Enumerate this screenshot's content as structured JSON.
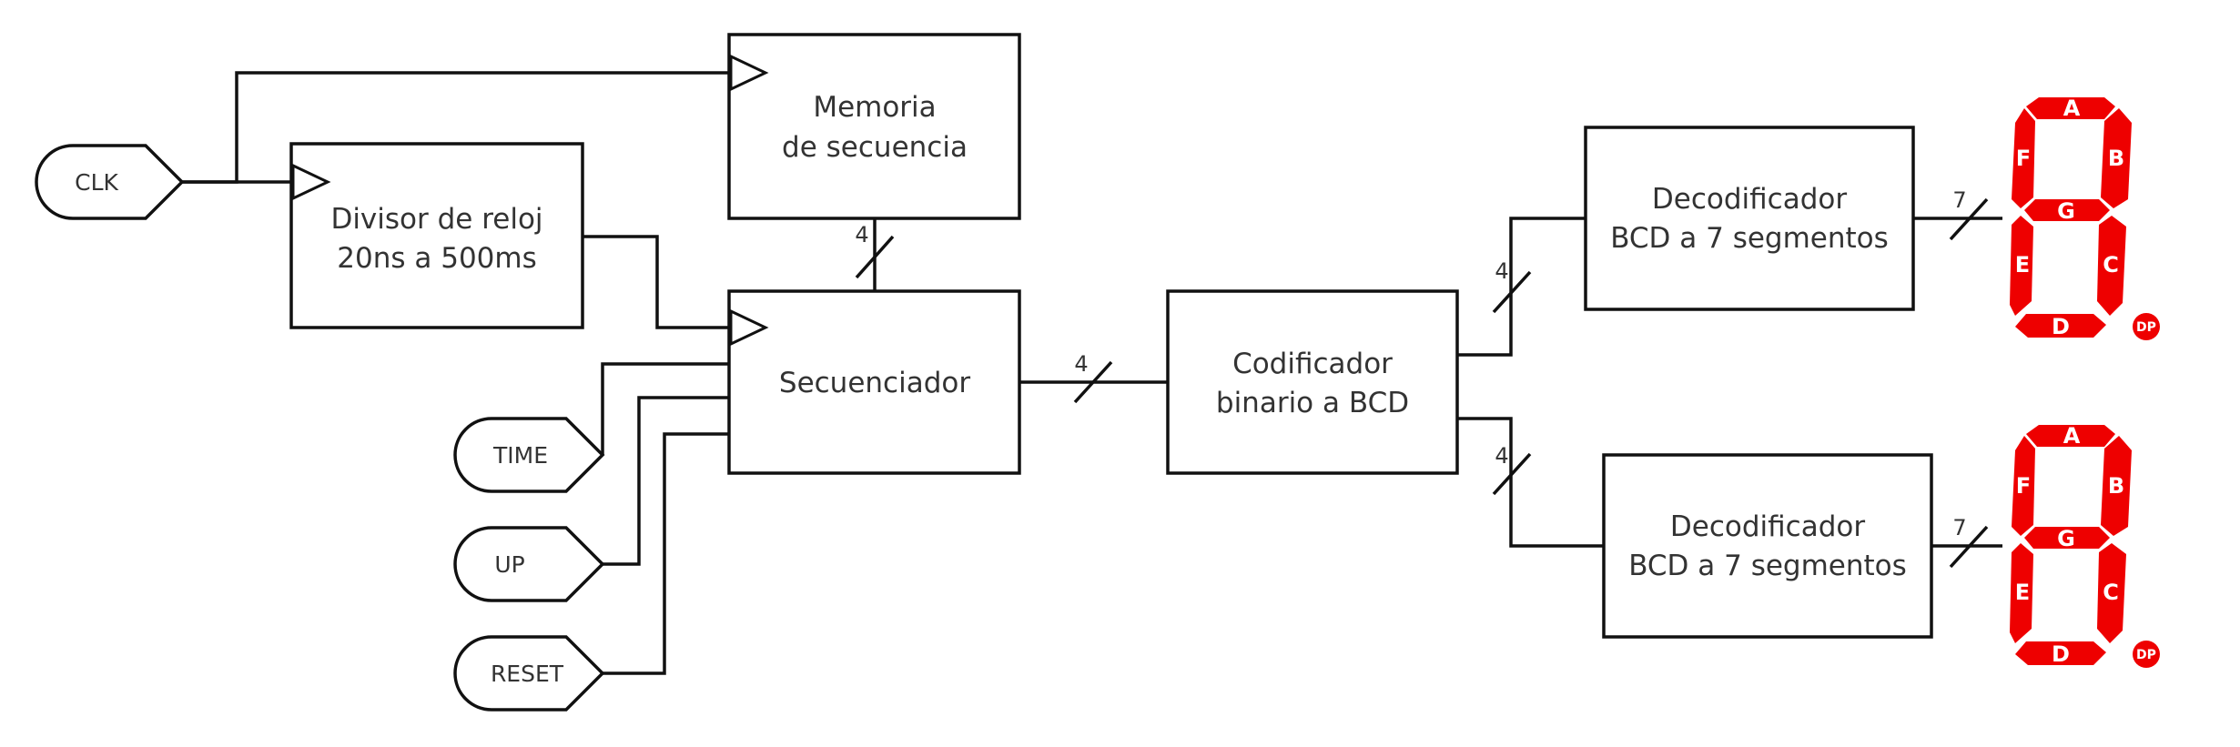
{
  "blocks": {
    "memoria": {
      "line1": "Memoria",
      "line2": "de secuencia"
    },
    "divisor": {
      "line1": "Divisor de reloj",
      "line2": "20ns a 500ms"
    },
    "secuenciador": {
      "label": "Secuenciador"
    },
    "codificador": {
      "line1": "Codificador",
      "line2": "binario a BCD"
    },
    "decodificador_top": {
      "line1": "Decodificador",
      "line2": "BCD a 7 segmentos"
    },
    "decodificador_bottom": {
      "line1": "Decodificador",
      "line2": "BCD a 7 segmentos"
    }
  },
  "inputs": {
    "clk": "CLK",
    "time": "TIME",
    "up": "UP",
    "reset": "RESET"
  },
  "buses": {
    "mem_to_seq": "4",
    "seq_to_cod": "4",
    "cod_to_dec_top": "4",
    "cod_to_dec_bottom": "4",
    "dec_top_to_display": "7",
    "dec_bottom_to_display": "7"
  },
  "display": {
    "segment_labels": {
      "a": "A",
      "b": "B",
      "c": "C",
      "d": "D",
      "e": "E",
      "f": "F",
      "g": "G"
    },
    "dp_label": "DP",
    "segment_color": "#ee0000"
  }
}
